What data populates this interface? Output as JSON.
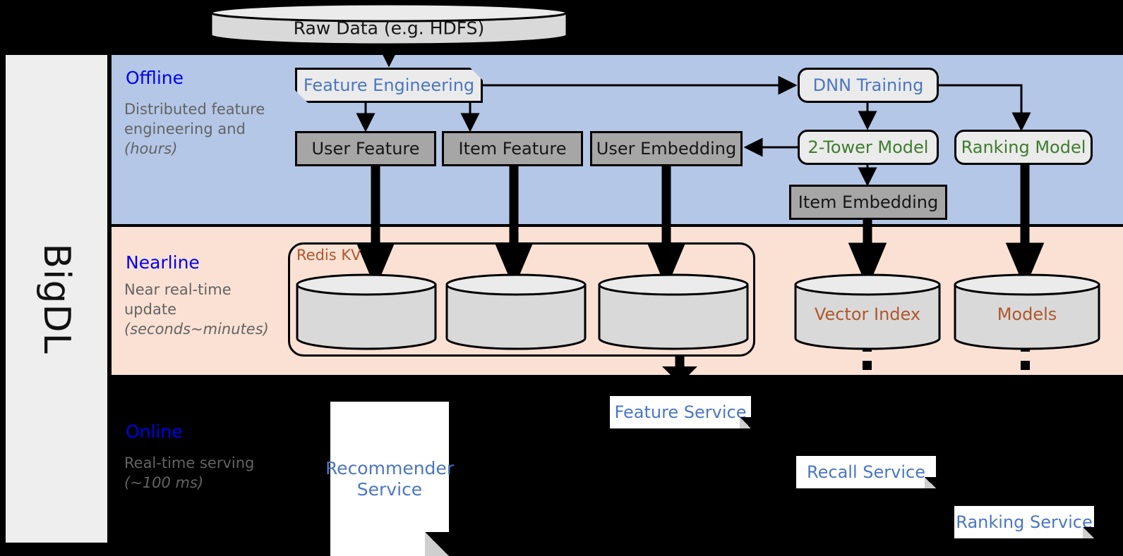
{
  "framework": {
    "name": "BigDL"
  },
  "source": {
    "label": "Raw Data (e.g. HDFS)"
  },
  "bands": [
    {
      "id": "offline",
      "title": "Offline",
      "subtitle": "Distributed feature engineering and ",
      "subtitle_italic": "(hours)",
      "color": "#b4c7e7"
    },
    {
      "id": "nearline",
      "title": "Nearline",
      "subtitle": "Near real-time update ",
      "subtitle_italic": "(seconds~minutes)",
      "color": "#fae1d4"
    },
    {
      "id": "online",
      "title": "Online",
      "subtitle": "Real-time serving ",
      "subtitle_italic": "(~100 ms)",
      "color": "#000000"
    }
  ],
  "offline": {
    "feature_engineering": "Feature Engineering",
    "dnn_training": "DNN Training",
    "user_feature": "User Feature",
    "item_feature": "Item Feature",
    "user_embedding": "User Embedding",
    "two_tower_model": "2-Tower Model",
    "ranking_model": "Ranking Model",
    "item_embedding": "Item Embedding"
  },
  "nearline": {
    "redis_kv": "Redis KV",
    "stores": [
      "",
      "",
      ""
    ],
    "vector_index": "Vector Index",
    "models": "Models"
  },
  "online": {
    "recommender_service": "Recommender Service",
    "feature_service": "Feature Service",
    "recall_service": "Recall Service",
    "ranking_service": "Ranking Service"
  },
  "colors": {
    "offline_band": "#b4c7e7",
    "nearline_band": "#fae1d4",
    "online_band": "#000000",
    "band_title": "#0000ee",
    "band_subtitle": "#636363",
    "gray_store": "#a6a6a6",
    "process_fill": "#ebebeb",
    "blue_text": "#4a77c4",
    "green_text": "#3f7c2e",
    "orange_text": "#b1562a",
    "rail_fill": "#eeeeee"
  }
}
